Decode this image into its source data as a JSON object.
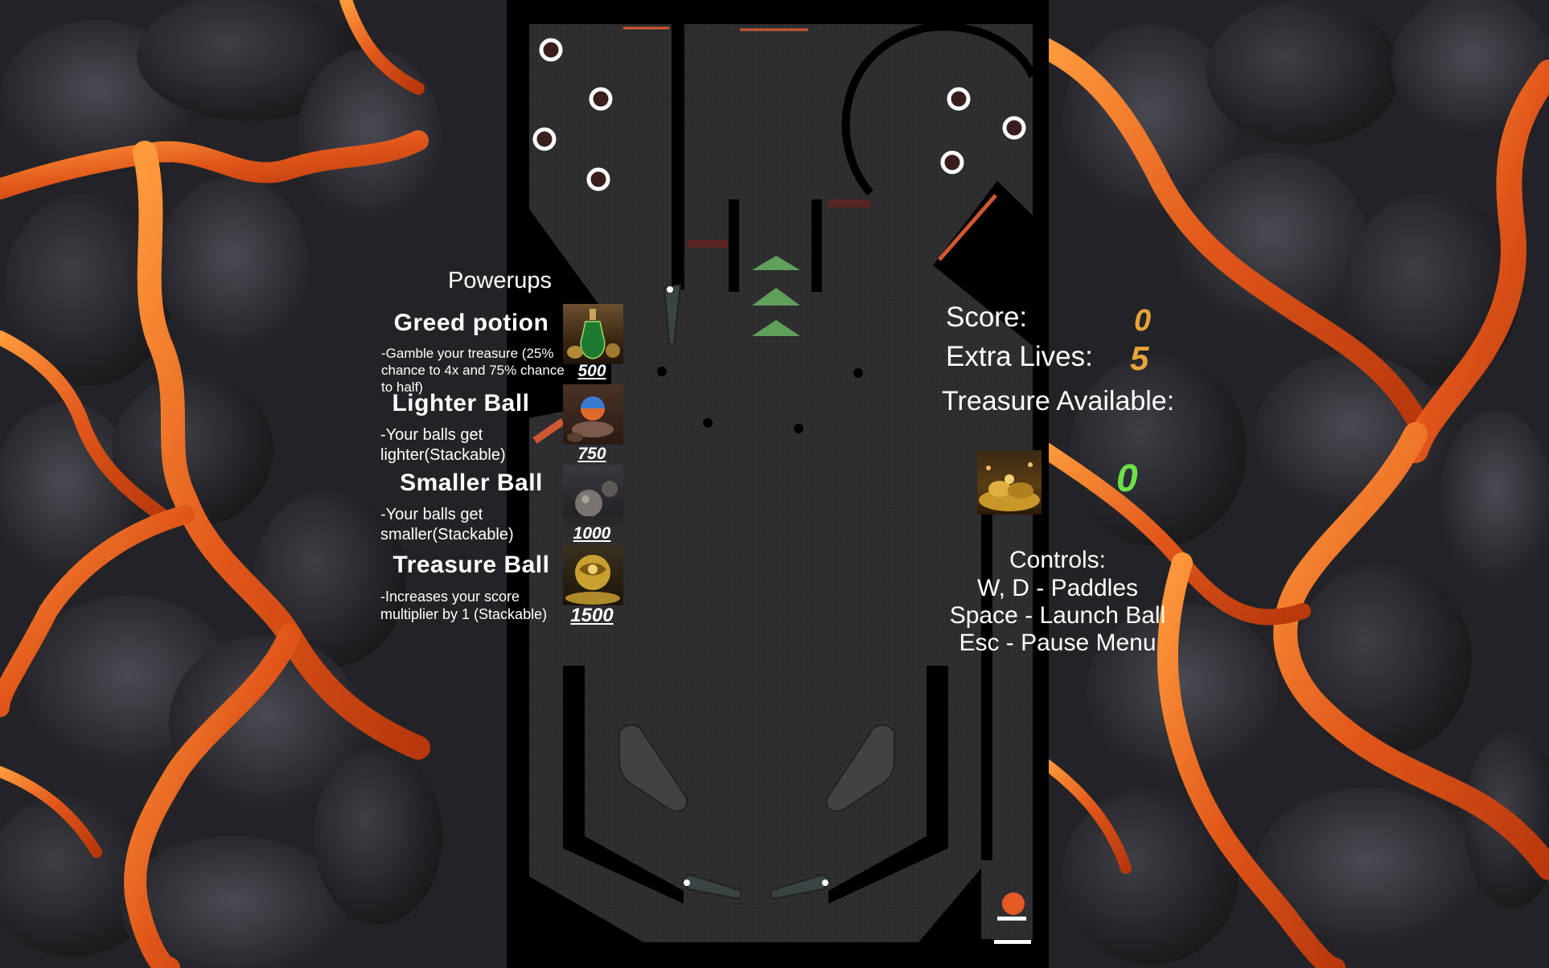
{
  "powerups": {
    "heading": "Powerups",
    "items": [
      {
        "title": "Greed potion",
        "description": "-Gamble your treasure (25% chance to 4x and 75% chance to half)",
        "price": "500",
        "image_icon": "green-potion-icon"
      },
      {
        "title": "Lighter Ball",
        "description": "-Your balls get lighter(Stackable)",
        "price": "750",
        "image_icon": "glowing-orb-icon"
      },
      {
        "title": "Smaller Ball",
        "description": "-Your balls get smaller(Stackable)",
        "price": "1000",
        "image_icon": "stone-balls-icon"
      },
      {
        "title": "Treasure Ball",
        "description": "-Increases your score multiplier by 1 (Stackable)",
        "price": "1500",
        "image_icon": "golden-ball-icon"
      }
    ]
  },
  "hud": {
    "score_label": "Score:",
    "score_value": "0",
    "lives_label": "Extra Lives:",
    "lives_value": "5",
    "treasure_label": "Treasure Available:",
    "treasure_value": "0",
    "treasure_icon": "treasure-pile-icon"
  },
  "controls": {
    "heading": "Controls:",
    "lines": [
      "W, D - Paddles",
      "Space - Launch Ball",
      "Esc - Pause Menu"
    ]
  },
  "colors": {
    "lava": "#e0561a",
    "rock": "#2b2b30",
    "table": "#2e2e30",
    "wall": "#000000",
    "accent_orange": "#e8a33a",
    "treasure_green": "#6ee04a",
    "arrow_green": "#5fa05a",
    "ball": "#e35a25"
  }
}
